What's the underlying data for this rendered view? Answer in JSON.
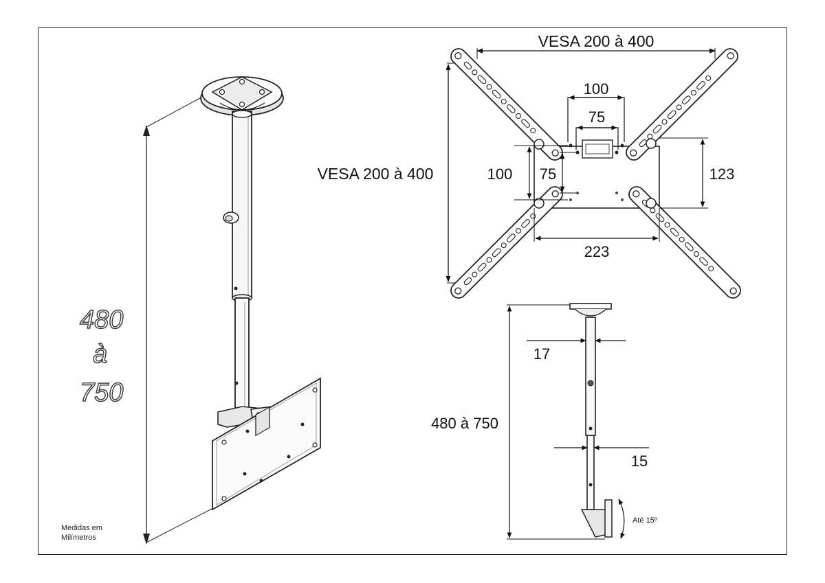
{
  "labels": {
    "iso_height_top": "480",
    "iso_height_mid": "à",
    "iso_height_bottom": "750",
    "vesa_width": "VESA 200 à 400",
    "vesa_height": "VESA 200 à 400",
    "hole_100_h": "100",
    "hole_75_h": "75",
    "hole_100_v": "100",
    "hole_75_v": "75",
    "plate_height": "123",
    "plate_width": "223",
    "side_top_dia": "17",
    "side_height": "480 à 750",
    "side_bottom_dia": "15",
    "tilt": "Até 15º"
  },
  "note": {
    "line1": "Medidas em",
    "line2": "Milímetros"
  },
  "colors": {
    "line": "#222222",
    "dimension": "#111111",
    "fill_light": "#f4f4f4",
    "fill_mid": "#dddddd"
  }
}
